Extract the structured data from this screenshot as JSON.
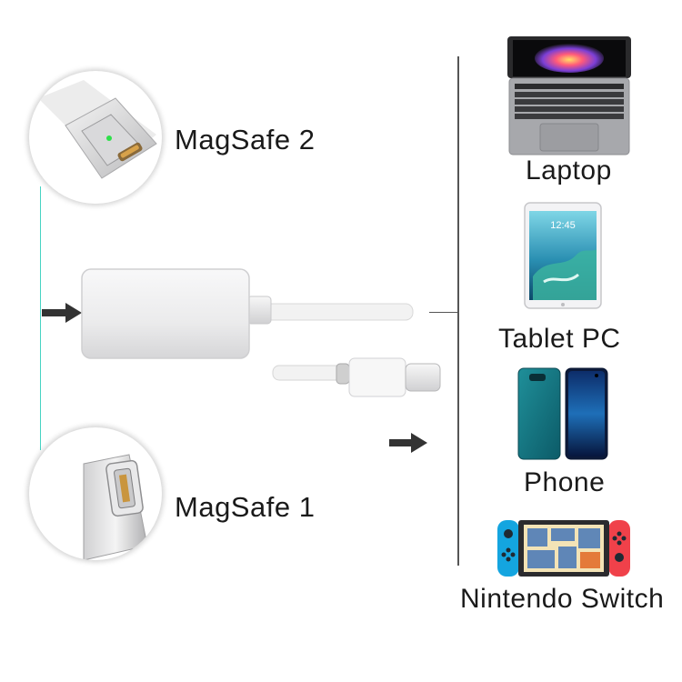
{
  "inputs": [
    {
      "label": "MagSafe 2"
    },
    {
      "label": "MagSafe 1"
    }
  ],
  "devices": [
    {
      "label": "Laptop"
    },
    {
      "label": "Tablet PC"
    },
    {
      "label": "Phone"
    },
    {
      "label": "Nintendo Switch"
    }
  ],
  "screen_text": {
    "tablet_time": "12:45"
  },
  "colors": {
    "guide_line": "#46d3c3",
    "arrow": "#333333",
    "adapter_body": "#e9e9ea",
    "cable": "#f2f2f2",
    "divider": "#555555",
    "power_led": "#2ee04a"
  }
}
